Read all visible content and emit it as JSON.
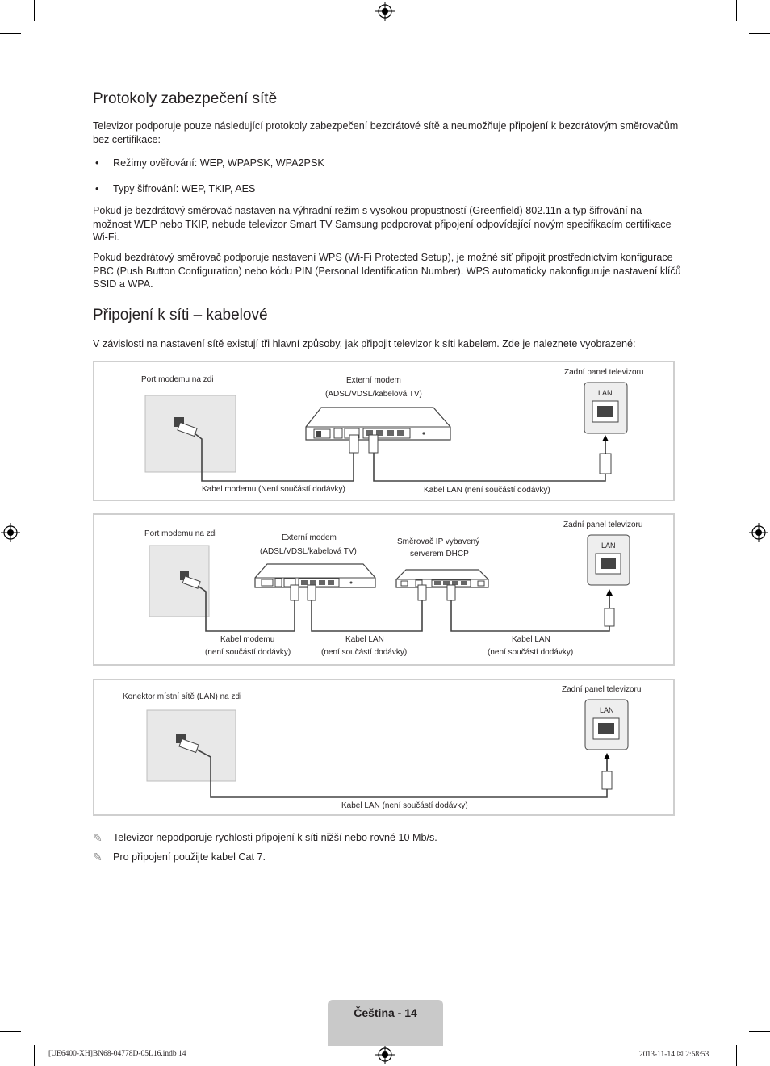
{
  "section1": {
    "title": "Protokoly zabezpečení sítě",
    "intro": "Televizor podporuje pouze následující protokoly zabezpečení bezdrátové sítě a neumožňuje připojení k bezdrátovým směrovačům bez certifikace:",
    "bullets": [
      "Režimy ověřování: WEP, WPAPSK, WPA2PSK",
      "Typy šifrování: WEP, TKIP, AES"
    ],
    "para2": "Pokud je bezdrátový směrovač nastaven na výhradní režim s vysokou propustností (Greenfield) 802.11n a typ šifrování na možnost WEP nebo TKIP, nebude televizor Smart TV Samsung podporovat připojení odpovídající novým specifikacím certifikace Wi-Fi.",
    "para3": "Pokud bezdrátový směrovač podporuje nastavení WPS (Wi-Fi Protected Setup), je možné síť připojit prostřednictvím konfigurace PBC (Push Button Configuration) nebo kódu PIN (Personal Identification Number). WPS automaticky nakonfiguruje nastavení klíčů SSID a WPA."
  },
  "section2": {
    "title": "Připojení k síti – kabelové",
    "intro": "V závislosti na nastavení sítě existují tři hlavní způsoby, jak připojit televizor k síti kabelem. Zde je naleznete vyobrazené:"
  },
  "diagram1": {
    "wall_label": "Port modemu na zdi",
    "modem_label_1": "Externí modem",
    "modem_label_2": "(ADSL/VDSL/kabelová TV)",
    "tv_label": "Zadní panel televizoru",
    "lan_port": "LAN",
    "cable1_label": "Kabel modemu (Není součástí dodávky)",
    "cable2_label": "Kabel LAN (není součástí dodávky)"
  },
  "diagram2": {
    "wall_label": "Port modemu na zdi",
    "modem_label_1": "Externí modem",
    "modem_label_2": "(ADSL/VDSL/kabelová TV)",
    "router_label_1": "Směrovač IP vybavený",
    "router_label_2": "serverem DHCP",
    "tv_label": "Zadní panel televizoru",
    "lan_port": "LAN",
    "cable1_label_1": "Kabel modemu",
    "cable1_label_2": "(není součástí dodávky)",
    "cable2_label_1": "Kabel LAN",
    "cable2_label_2": "(není součástí dodávky)",
    "cable3_label_1": "Kabel LAN",
    "cable3_label_2": "(není součástí dodávky)"
  },
  "diagram3": {
    "wall_label": "Konektor místní sítě (LAN) na zdi",
    "tv_label": "Zadní panel televizoru",
    "lan_port": "LAN",
    "cable_label": "Kabel LAN (není součástí dodávky)"
  },
  "notes": [
    "Televizor nepodporuje rychlosti připojení k síti nižší nebo rovné 10 Mb/s.",
    "Pro připojení použijte kabel Cat 7."
  ],
  "note_icon": "pencil-icon",
  "footer": {
    "page_label": "Čeština - 14",
    "file_info": "[UE6400-XH]BN68-04778D-05L16.indb   14",
    "timestamp": "2013-11-14   ☒ 2:58:53"
  }
}
